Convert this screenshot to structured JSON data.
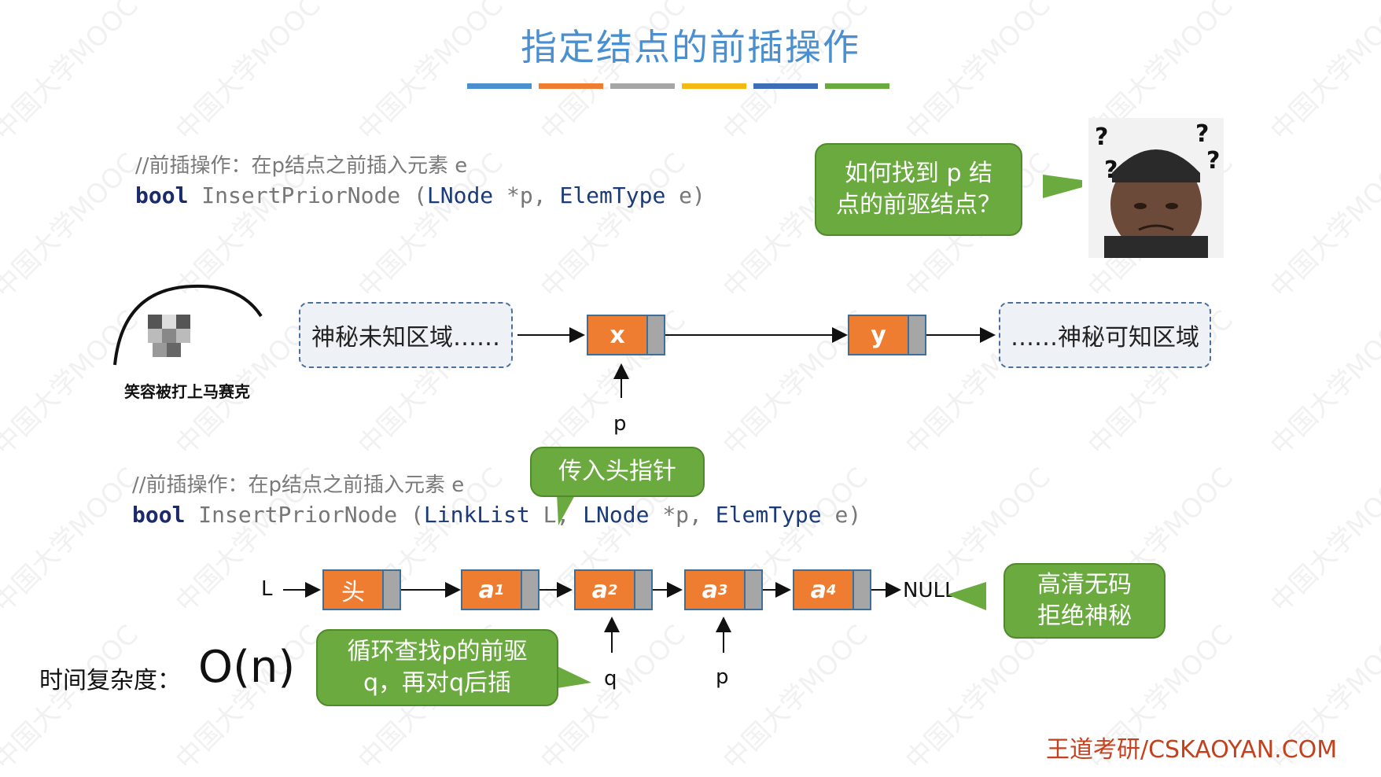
{
  "title": "指定结点的前插操作",
  "colors": {
    "title": "#4a8fd0",
    "node": "#ee7d31",
    "bubble": "#6aaa3f",
    "footer": "#c5401d"
  },
  "stripes": [
    "#4a8fd0",
    "#ee7d31",
    "#a6a6a6",
    "#f5b915",
    "#3e6eb7",
    "#6aaa3f"
  ],
  "code1": {
    "comment": "//前插操作：在p结点之前插入元素 e",
    "kw": "bool",
    "fn": " InsertPriorNode (",
    "t1": "LNode",
    "rest": " *p, ",
    "t2": "ElemType",
    "end": " e)"
  },
  "bubble_top": "如何找到 p 结\n点的前驱结点？",
  "meme_caption": "笑容被打上马赛克",
  "region_left": "神秘未知区域……",
  "region_right": "……神秘可知区域",
  "node_x": "x",
  "node_y": "y",
  "p_label_1": "p",
  "bubble_head": "传入头指针",
  "code2": {
    "comment": "//前插操作：在p结点之前插入元素 e",
    "kw": "bool",
    "fn": " InsertPriorNode (",
    "t0": "LinkList",
    "mid": " L, ",
    "t1": "LNode",
    "rest": " *p, ",
    "t2": "ElemType",
    "end": " e)"
  },
  "list": {
    "L": "L",
    "head": "头",
    "a_letter": "a",
    "subs": [
      "1",
      "2",
      "3",
      "4"
    ],
    "null": "NULL",
    "q": "q",
    "p": "p"
  },
  "bubble_hd": "高清无码\n拒绝神秘",
  "bubble_loop": "循环查找p的前驱\nq，再对q后插",
  "complexity_label": "时间复杂度：",
  "complexity_value": "O(n)",
  "footer": "王道考研/CSKAOYAN.COM",
  "watermark": "中国大学MOOC"
}
